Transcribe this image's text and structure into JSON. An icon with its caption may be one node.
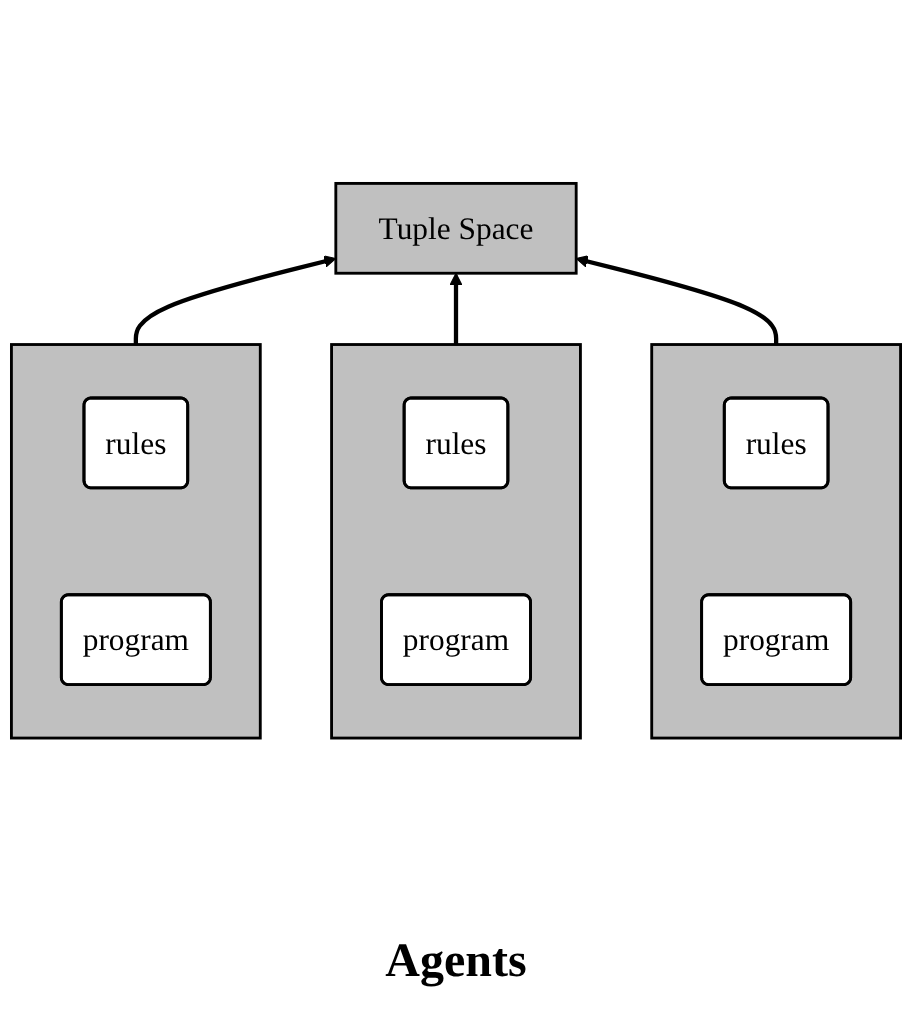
{
  "diagram": {
    "nodes": [
      {
        "text": [
          "Tuple Space"
        ]
      },
      {
        "text": [],
        "shape": "box"
      },
      {
        "text": [
          "rules"
        ],
        "in": 1
      },
      {
        "text": [
          "program"
        ],
        "in": 1
      },
      {
        "text": [],
        "shape": "box"
      },
      {
        "text": [
          "rules"
        ],
        "in": 4
      },
      {
        "text": [
          "program"
        ],
        "in": 4
      },
      {
        "text": [],
        "shape": "box"
      },
      {
        "text": [
          "rules"
        ],
        "in": 7
      },
      {
        "text": [
          "program"
        ],
        "in": 7
      }
    ],
    "edges": [
      {
        "from": 1,
        "to": 0,
        "arrow": "to"
      },
      {
        "from": 4,
        "to": 0,
        "arrow": "to"
      },
      {
        "from": 7,
        "to": 0,
        "arrow": "to"
      }
    ],
    "labels": [
      "Agents"
    ]
  }
}
